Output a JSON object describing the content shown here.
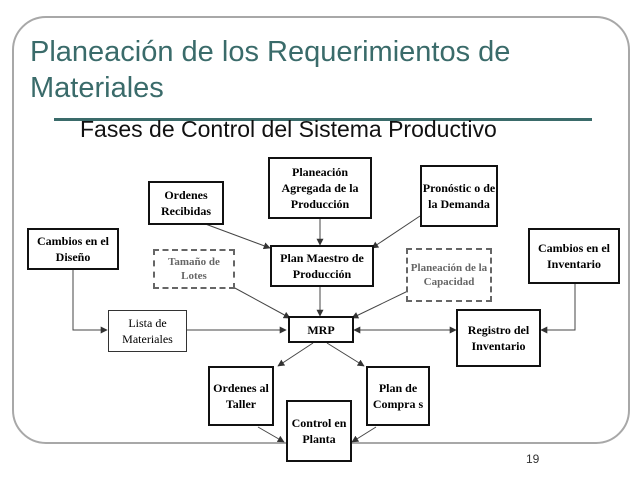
{
  "slide": {
    "title": "Planeación de los Requerimientos de Materiales",
    "subtitle": "Fases de Control del Sistema Productivo",
    "page_number": "19"
  },
  "diagram": {
    "nodes": {
      "ordenes_recibidas": "Ordenes Recibidas",
      "planeacion_agregada": "Planeación Agregada de la Producción",
      "pronostico_demanda": "Pronóstic o de la Demanda",
      "cambios_diseno": "Cambios en el Diseño",
      "tamano_lotes": "Tamaño de Lotes",
      "plan_maestro": "Plan Maestro de Producción",
      "planeacion_capacidad": "Planeación de la Capacidad",
      "cambios_inventario": "Cambios en el Inventario",
      "lista_materiales": "Lista de Materiales",
      "mrp": "MRP",
      "registro_inventario": "Registro del Inventario",
      "ordenes_taller": "Ordenes al Taller",
      "plan_compras": "Plan de Compra s",
      "control_planta": "Control en Planta"
    }
  }
}
